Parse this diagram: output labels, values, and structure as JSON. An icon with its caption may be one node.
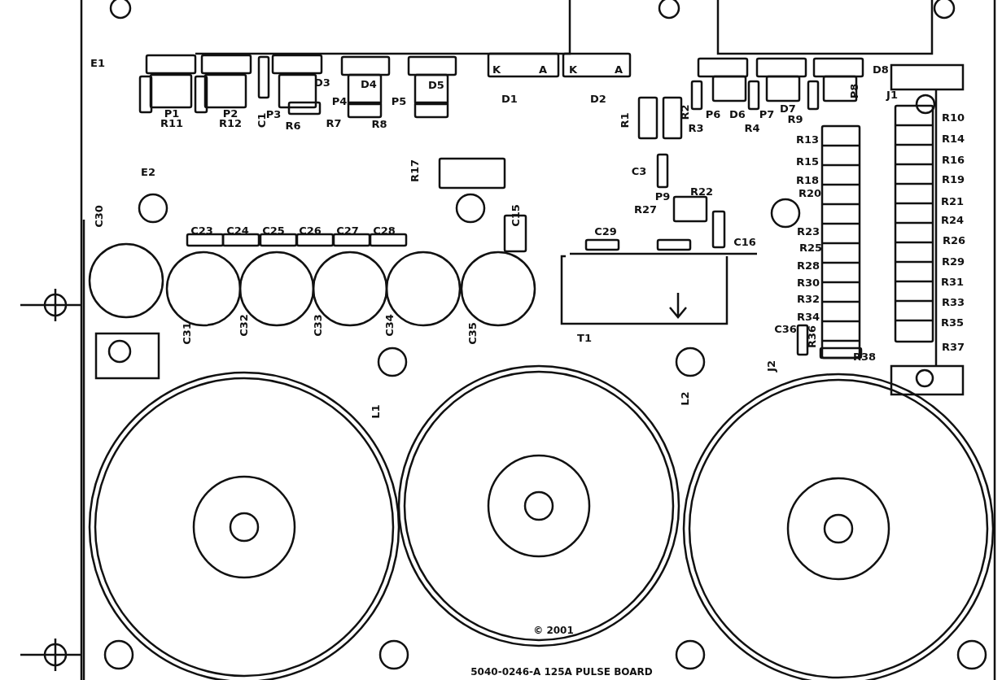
{
  "diagram": {
    "labels": [
      "E1",
      "D3",
      "D4",
      "D5",
      "K",
      "A",
      "K",
      "A",
      "D8",
      "P1",
      "P2",
      "C1",
      "P3",
      "P4",
      "P5",
      "D1",
      "D2",
      "J1",
      "P8",
      "R11",
      "R12",
      "R6",
      "R7",
      "R8",
      "R1",
      "R2",
      "P6",
      "D6",
      "P7",
      "D7",
      "R3",
      "R4",
      "R9",
      "R10",
      "R13",
      "R14",
      "R15",
      "R16",
      "R18",
      "R19",
      "R20",
      "R21",
      "E2",
      "R17",
      "C3",
      "R22",
      "P9",
      "R24",
      "C15",
      "C23",
      "C24",
      "C25",
      "C26",
      "C27",
      "C28",
      "C30",
      "C29",
      "R27",
      "C16",
      "R23",
      "R26",
      "R25",
      "R28",
      "R29",
      "R30",
      "R31",
      "R32",
      "R33",
      "R34",
      "R35",
      "C36",
      "R36",
      "R37",
      "R38",
      "J2",
      "T1",
      "C31",
      "C32",
      "C33",
      "C34",
      "C35",
      "L1",
      "L2",
      "© 2001",
      "5040-0246-A 125A PULSE BOARD"
    ]
  }
}
